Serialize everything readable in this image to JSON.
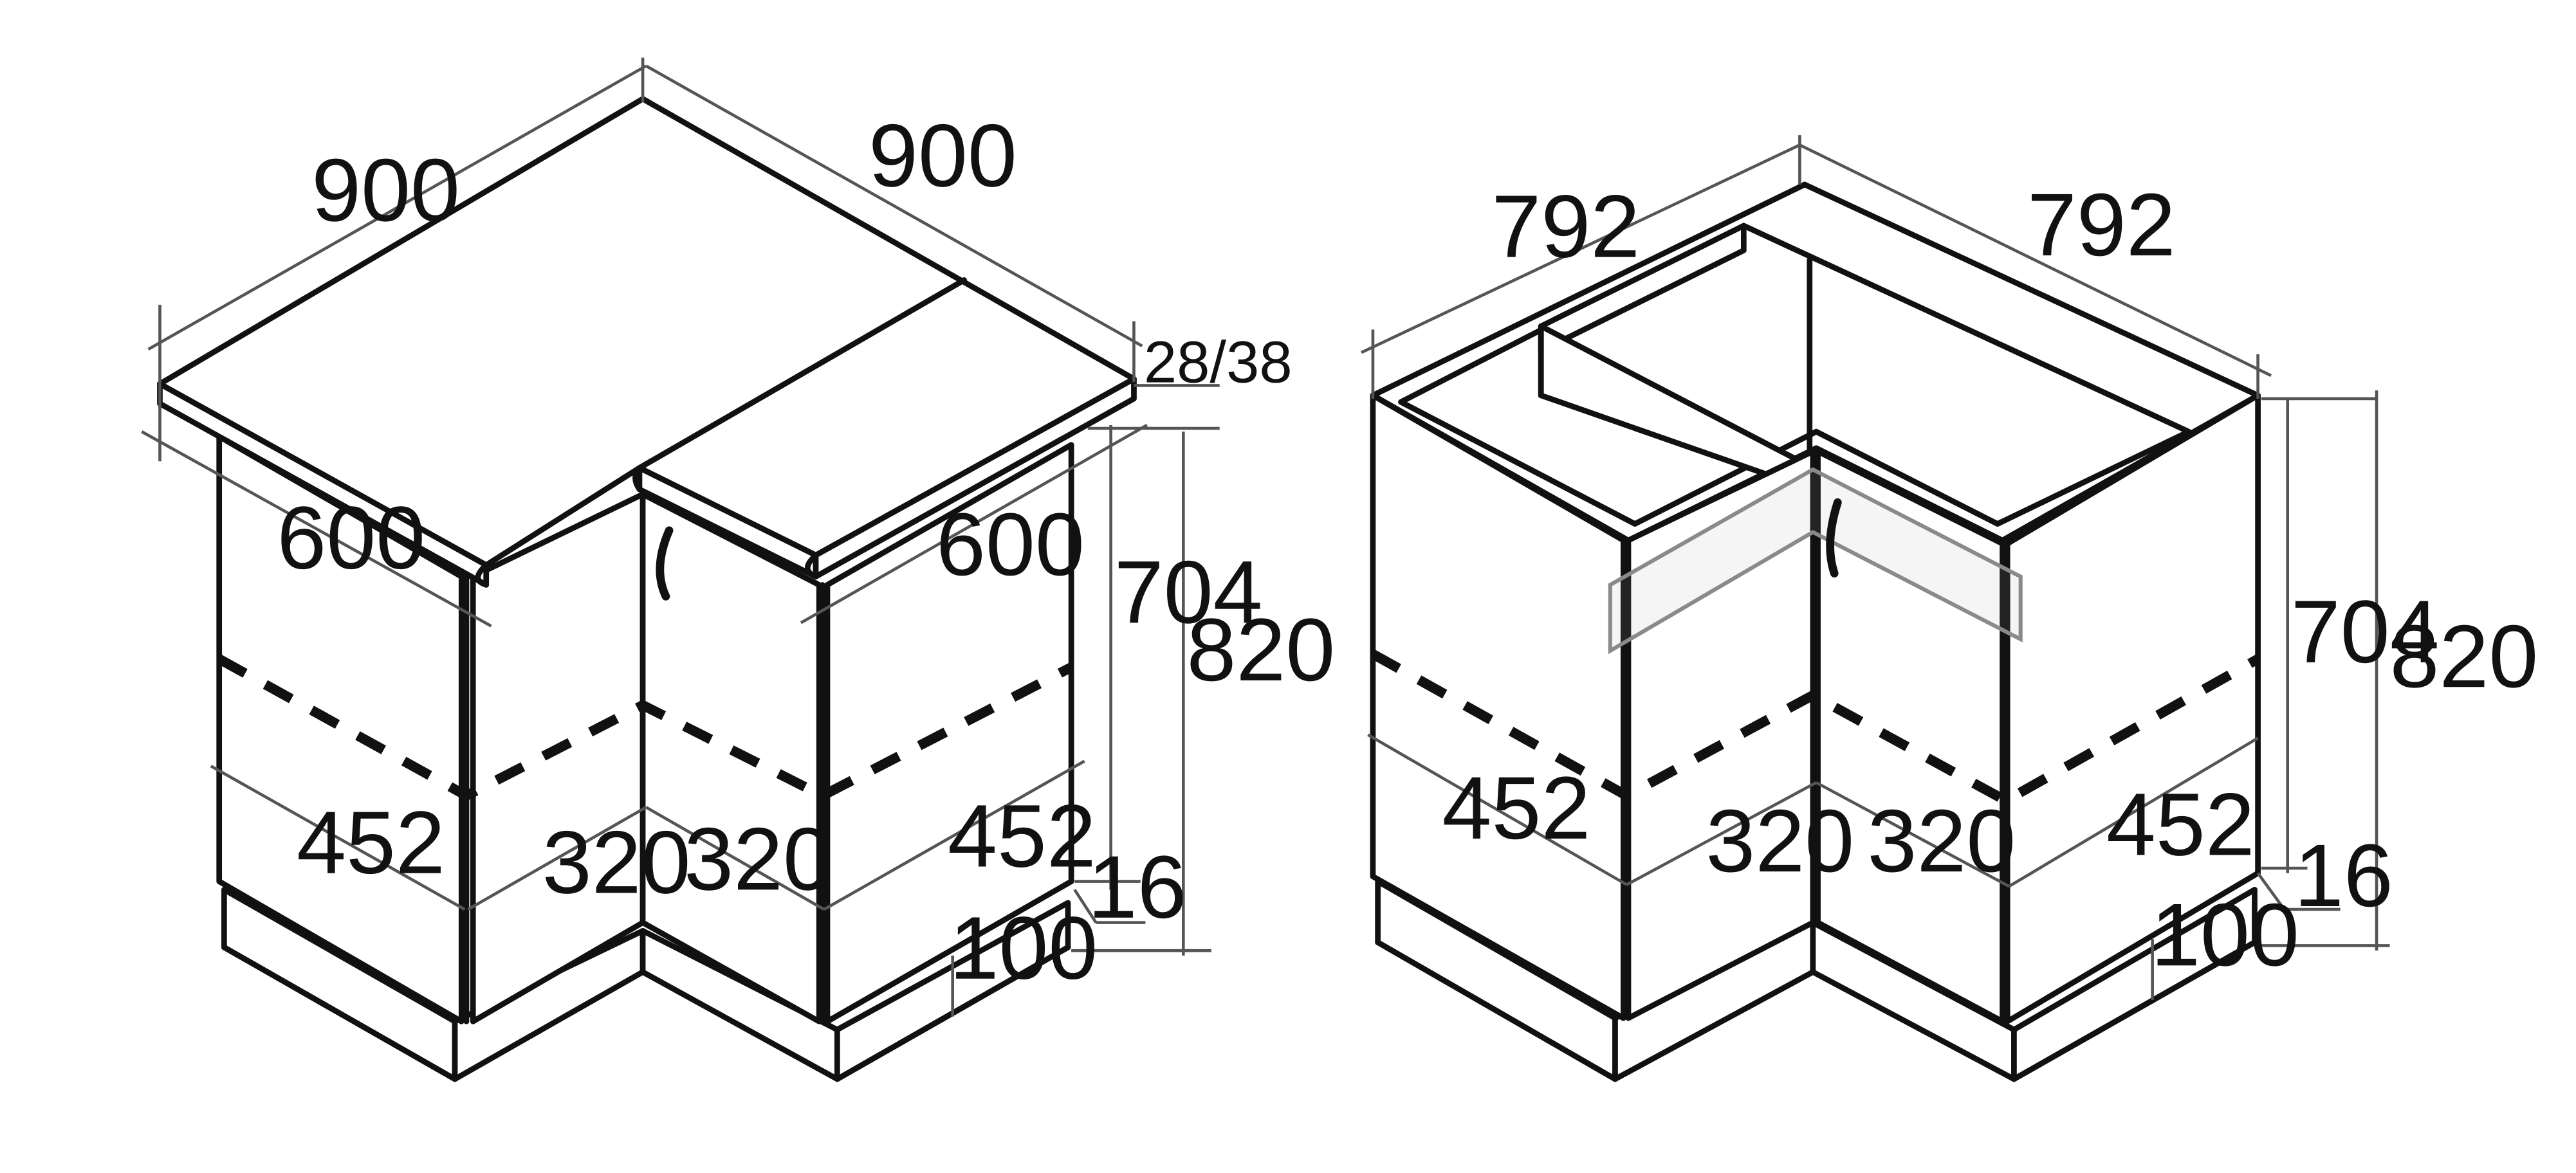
{
  "left_view": {
    "countertop_width_left": "900",
    "countertop_width_right": "900",
    "countertop_thickness": "28/38",
    "depth_left": "600",
    "depth_right": "600",
    "carcass_height": "704",
    "total_height": "820",
    "side_width_left": "452",
    "door_width_left": "320",
    "door_width_right": "320",
    "side_width_right": "452",
    "plinth_recess": "16",
    "plinth_height": "100"
  },
  "right_view": {
    "width_left": "792",
    "width_right": "792",
    "carcass_height": "704",
    "total_height": "820",
    "side_width_left": "452",
    "door_width_left": "320",
    "door_width_right": "320",
    "side_width_right": "452",
    "plinth_recess": "16",
    "plinth_height": "100"
  }
}
